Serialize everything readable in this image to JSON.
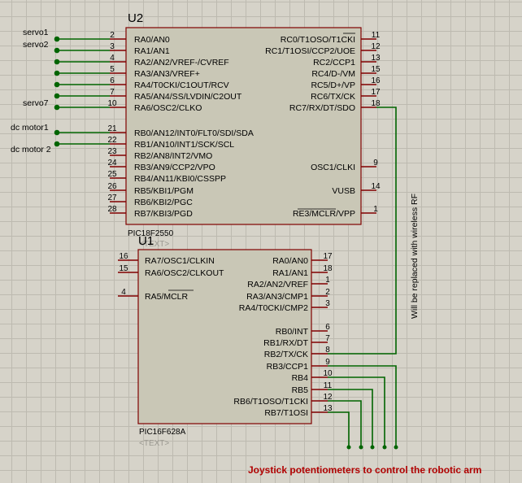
{
  "u2": {
    "ref": "U2",
    "part": "PIC18F2550",
    "placeholder": "<TEXT>",
    "left_pins": [
      {
        "num": "2",
        "name": "RA0/AN0"
      },
      {
        "num": "3",
        "name": "RA1/AN1"
      },
      {
        "num": "4",
        "name": "RA2/AN2/VREF-/CVREF"
      },
      {
        "num": "5",
        "name": "RA3/AN3/VREF+"
      },
      {
        "num": "6",
        "name": "RA4/T0CKI/C1OUT/RCV"
      },
      {
        "num": "7",
        "name": "RA5/AN4/SS/LVDIN/C2OUT"
      },
      {
        "num": "10",
        "name": "RA6/OSC2/CLKO"
      },
      {
        "num": "21",
        "name": "RB0/AN12/INT0/FLT0/SDI/SDA"
      },
      {
        "num": "22",
        "name": "RB1/AN10/INT1/SCK/SCL"
      },
      {
        "num": "23",
        "name": "RB2/AN8/INT2/VMO"
      },
      {
        "num": "24",
        "name": "RB3/AN9/CCP2/VPO"
      },
      {
        "num": "25",
        "name": "RB4/AN11/KBI0/CSSPP"
      },
      {
        "num": "26",
        "name": "RB5/KBI1/PGM"
      },
      {
        "num": "27",
        "name": "RB6/KBI2/PGC"
      },
      {
        "num": "28",
        "name": "RB7/KBI3/PGD"
      }
    ],
    "right_pins": [
      {
        "num": "11",
        "name": "RC0/T1OSO/T1CKI"
      },
      {
        "num": "12",
        "name": "RC1/T1OSI/CCP2/UOE"
      },
      {
        "num": "13",
        "name": "RC2/CCP1"
      },
      {
        "num": "15",
        "name": "RC4/D-/VM"
      },
      {
        "num": "16",
        "name": "RC5/D+/VP"
      },
      {
        "num": "17",
        "name": "RC6/TX/CK"
      },
      {
        "num": "18",
        "name": "RC7/RX/DT/SDO"
      },
      {
        "num": "9",
        "name": "OSC1/CLKI"
      },
      {
        "num": "14",
        "name": "VUSB"
      },
      {
        "num": "1",
        "name": "RE3/MCLR/VPP"
      }
    ]
  },
  "u1": {
    "ref": "U1",
    "part": "PIC16F628A",
    "placeholder": "<TEXT>",
    "left_pins": [
      {
        "num": "16",
        "name": "RA7/OSC1/CLKIN"
      },
      {
        "num": "15",
        "name": "RA6/OSC2/CLKOUT"
      },
      {
        "num": "4",
        "name": "RA5/MCLR"
      }
    ],
    "right_pins": [
      {
        "num": "17",
        "name": "RA0/AN0"
      },
      {
        "num": "18",
        "name": "RA1/AN1"
      },
      {
        "num": "1",
        "name": "RA2/AN2/VREF"
      },
      {
        "num": "2",
        "name": "RA3/AN3/CMP1"
      },
      {
        "num": "3",
        "name": "RA4/T0CKI/CMP2"
      },
      {
        "num": "6",
        "name": "RB0/INT"
      },
      {
        "num": "7",
        "name": "RB1/RX/DT"
      },
      {
        "num": "8",
        "name": "RB2/TX/CK"
      },
      {
        "num": "9",
        "name": "RB3/CCP1"
      },
      {
        "num": "10",
        "name": "RB4"
      },
      {
        "num": "11",
        "name": "RB5"
      },
      {
        "num": "12",
        "name": "RB6/T1OSO/T1CKI"
      },
      {
        "num": "13",
        "name": "RB7/T1OSI"
      }
    ]
  },
  "net_labels": [
    "servo1",
    "servo2",
    "servo7",
    "dc motor1",
    "dc motor 2"
  ],
  "wire_note": "Will be replaced with wireless RF",
  "annotation": "Joystick potentiometers to control the robotic arm",
  "colors": {
    "background": "#d6d3c9",
    "chip_fill": "#c9c7b6",
    "wire": "#006400",
    "pin": "#800000",
    "annotation": "#b00000"
  }
}
